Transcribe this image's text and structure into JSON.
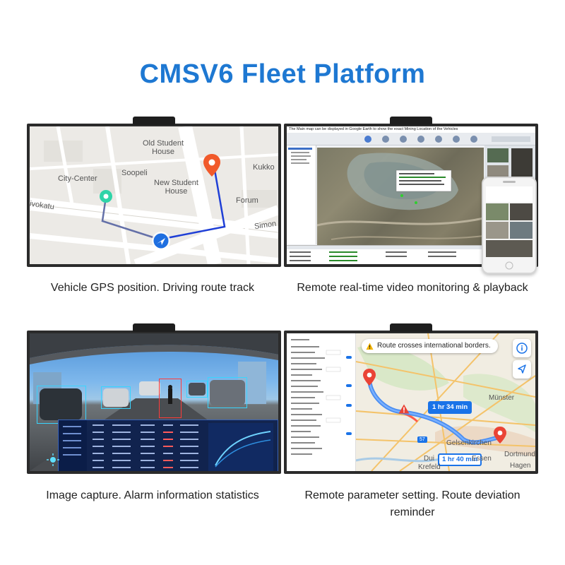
{
  "page": {
    "title": "CMSV6 Fleet Platform",
    "accent_color": "#1e78d2"
  },
  "panels": [
    {
      "caption": "Vehicle GPS position. Driving route track",
      "map_labels": {
        "old_student_house_1": "Old Student",
        "old_student_house_2": "House",
        "kukko": "Kukko",
        "city_center": "City-Center",
        "soopeli": "Soopeli",
        "new_student_house_1": "New Student",
        "new_student_house_2": "House",
        "forum": "Forum",
        "ivokatu": "ivokatu",
        "simon": "Simon"
      }
    },
    {
      "caption": "Remote real-time video monitoring & playback",
      "header_text": "The Main map can be displayed in Google Earth to show the exact Mining Location of the Vehicles"
    },
    {
      "caption": "Image capture. Alarm information statistics"
    },
    {
      "caption_line1": "Remote parameter setting. Route deviation",
      "caption_line2": "reminder",
      "toast": "Route crosses international borders.",
      "route_times": {
        "primary": "1 hr 34 min",
        "secondary": "1 hr 40 min"
      },
      "cities": {
        "munster": "Münster",
        "gelsenkirchen": "Gelsenkirchen",
        "dortmund": "Dortmund",
        "essen": "Essen",
        "duisburg": "Dui",
        "krefeld": "Krefeld",
        "hagen": "Hagen"
      },
      "road_badge": "57"
    }
  ]
}
